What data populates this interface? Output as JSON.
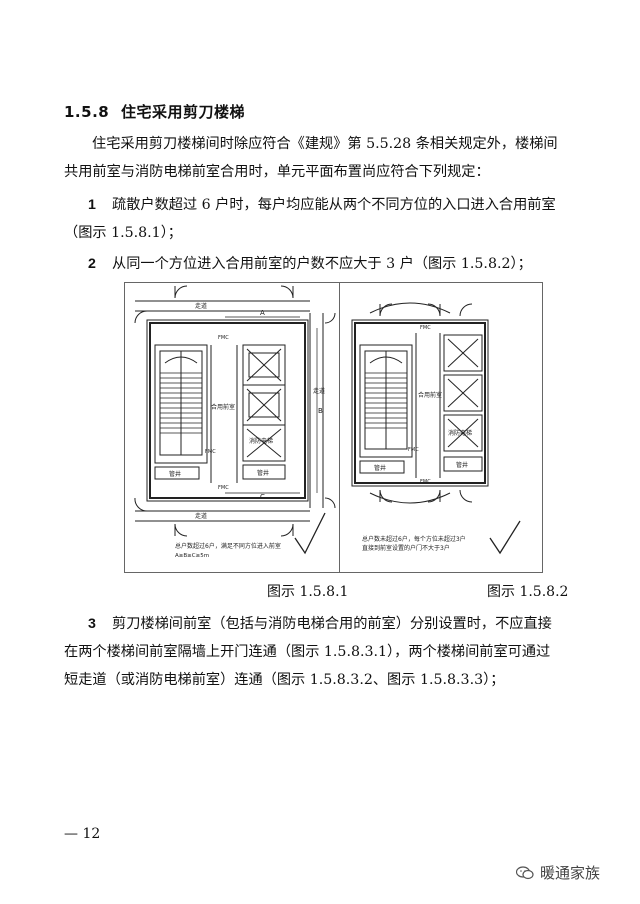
{
  "section": {
    "number": "1.5.8",
    "title": "住宅采用剪刀楼梯"
  },
  "paragraphs": {
    "p1_l1": "住宅采用剪刀楼梯间时除应符合《建规》第 5.5.28 条相关规定外，楼梯间",
    "p1_l2": "共用前室与消防电梯前室合用时，单元平面布置尚应符合下列规定：",
    "item1_num": "1",
    "item1_l1": "疏散户数超过 6 户时，每户均应能从两个不同方位的入口进入合用前室",
    "item1_l2": "（图示 1.5.8.1）；",
    "item2_num": "2",
    "item2_l1": "从同一个方位进入合用前室的户数不应大于 3 户（图示 1.5.8.2）；",
    "item3_num": "3",
    "item3_l1": "剪刀楼梯间前室（包括与消防电梯合用的前室）分别设置时，不应直接",
    "item3_l2": "在两个楼梯间前室隔墙上开门连通（图示 1.5.8.3.1），两个楼梯间前室可通过",
    "item3_l3": "短走道（或消防电梯前室）连通（图示 1.5.8.3.2、图示 1.5.8.3.3）；"
  },
  "figures": {
    "left": {
      "corridor_top": "走道",
      "corridor_bottom": "走道",
      "corridor_right": "走道",
      "dim_a": "A",
      "dim_b": "B",
      "dim_c": "C",
      "hall": "合用前室",
      "fire_elevator": "消防电梯",
      "shaft": "管井",
      "shaft2": "管井",
      "fmc_top": "FMC",
      "fmc_bottom": "FMC",
      "fmc_mid": "FMC",
      "note_l1": "总户数超过6户，满足不同方位进入前室",
      "note_l2": "A≥B≥C≥5m"
    },
    "right": {
      "hall": "合用前室",
      "fire_elevator": "消防电梯",
      "shaft": "管井",
      "shaft2": "管井",
      "fmc_top": "FMC",
      "fmc_bottom": "FMC",
      "fmc_mid": "FMC",
      "note_l1": "总户数未超过6户，每个方位未超过3户",
      "note_l2": "直接到前室设置的户门不大于3户"
    },
    "caption_left": "图示 1.5.8.1",
    "caption_right": "图示 1.5.8.2"
  },
  "footer": {
    "page": "— 12"
  },
  "watermark": {
    "text": "暖通家族",
    "icon": "wechat-icon"
  }
}
